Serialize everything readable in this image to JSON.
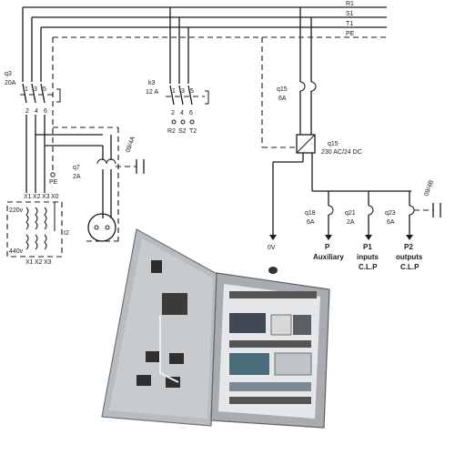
{
  "buses": {
    "r1": "R1",
    "s1": "S1",
    "t1": "T1",
    "pe": "PE"
  },
  "breaker_q3": {
    "name": "q3",
    "rating": "20A",
    "t1": "1",
    "t2": "3",
    "t3": "5",
    "b1": "2",
    "b2": "4",
    "b3": "6"
  },
  "contactor_k3": {
    "name": "k3",
    "rating": "12 A",
    "t1": "1",
    "t2": "3",
    "t3": "5",
    "b1": "2",
    "b2": "4",
    "b3": "6",
    "o1": "R2",
    "o2": "S2",
    "o3": "T2"
  },
  "breaker_q15": {
    "name": "q15",
    "rating": "6A"
  },
  "psu_q15": {
    "name": "q15",
    "rating": "230 AC/24 DC"
  },
  "breaker_q7": {
    "name": "q7",
    "rating": "2A"
  },
  "aux_contact_1": {
    "label": "09/4A"
  },
  "aux_contact_2": {
    "label": "09/4B"
  },
  "transformer_t2": {
    "name": "t2",
    "primary": "220v",
    "secondary": "440v",
    "x1": "X1",
    "x2": "X2",
    "x3": "X3",
    "x0": "X0",
    "bx1": "X1",
    "bx2": "X2",
    "bx3": "X3"
  },
  "pe_marker": "PE",
  "outputs": [
    {
      "breaker": "q18",
      "rating": "6A",
      "code": "P",
      "caption1": "Auxiliary",
      "caption2": ""
    },
    {
      "breaker": "q21",
      "rating": "2A",
      "code": "P1",
      "caption1": "inputs",
      "caption2": "C.L.P"
    },
    {
      "breaker": "q23",
      "rating": "6A",
      "code": "P2",
      "caption1": "outputs",
      "caption2": "C.L.P"
    }
  ],
  "zero_v": "0V"
}
